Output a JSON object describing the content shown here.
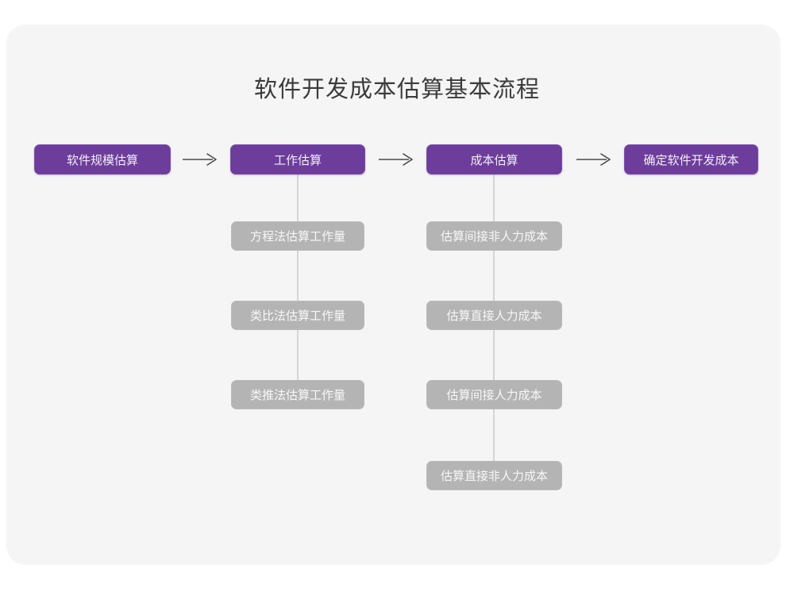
{
  "diagram": {
    "title": "软件开发成本估算基本流程",
    "colors": {
      "canvas": "#ffffff",
      "card": "#f5f5f6",
      "primary_node": "#6d3d9b",
      "primary_node_text": "#f2eef7",
      "secondary_node": "#b4b4b4",
      "secondary_node_text": "#f7f7f7",
      "connector": "#d5d5d5",
      "arrow": "#4a4a4a",
      "title_text": "#3b3b3b"
    },
    "arrow_glyph": "long-right-arrow-icon",
    "main_flow": [
      {
        "id": "step-1",
        "label": "软件规模估算"
      },
      {
        "id": "step-2",
        "label": "工作估算"
      },
      {
        "id": "step-3",
        "label": "成本估算"
      },
      {
        "id": "step-4",
        "label": "确定软件开发成本"
      }
    ],
    "arrows": [
      {
        "id": "arrow-1",
        "from": "step-1",
        "to": "step-2"
      },
      {
        "id": "arrow-2",
        "from": "step-2",
        "to": "step-3"
      },
      {
        "id": "arrow-3",
        "from": "step-3",
        "to": "step-4"
      }
    ],
    "branches": [
      {
        "id": "branch-work-estimation",
        "parent": "step-2",
        "items": [
          {
            "id": "work-1",
            "label": "方程法估算工作量"
          },
          {
            "id": "work-2",
            "label": "类比法估算工作量"
          },
          {
            "id": "work-3",
            "label": "类推法估算工作量"
          }
        ]
      },
      {
        "id": "branch-cost-estimation",
        "parent": "step-3",
        "items": [
          {
            "id": "cost-1",
            "label": "估算间接非人力成本"
          },
          {
            "id": "cost-2",
            "label": "估算直接人力成本"
          },
          {
            "id": "cost-3",
            "label": "估算间接人力成本"
          },
          {
            "id": "cost-4",
            "label": "估算直接非人力成本"
          }
        ]
      }
    ]
  }
}
